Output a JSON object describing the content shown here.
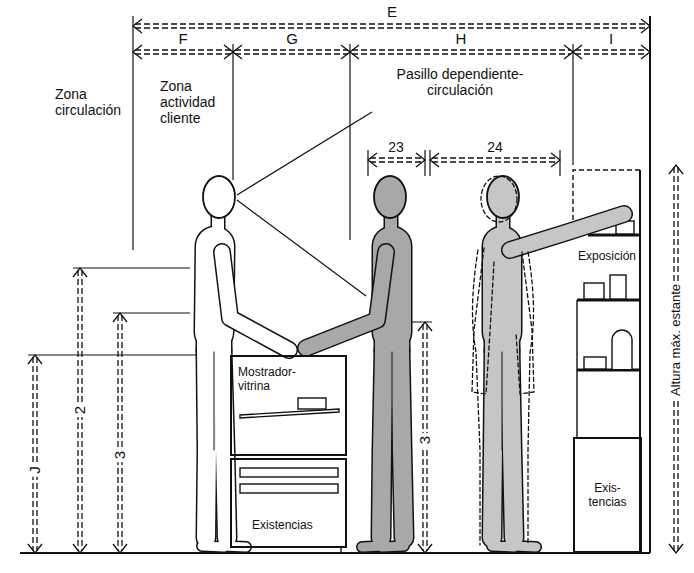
{
  "diagram": {
    "nodes": [
      {
        "text": [
          "Mostrador-vitrina"
        ]
      },
      {
        "text": [
          "Existencias"
        ]
      },
      {
        "text": [
          "Exis- tencias"
        ]
      }
    ],
    "labels": [
      "E",
      "F",
      "G",
      "H",
      "I",
      "Zona circulación",
      "Zona actividad cliente",
      "Pasillo dependiente-circulación",
      "23",
      "24",
      "Exposición",
      "Altura máx. estante",
      "J",
      "2",
      "3",
      "3"
    ]
  }
}
